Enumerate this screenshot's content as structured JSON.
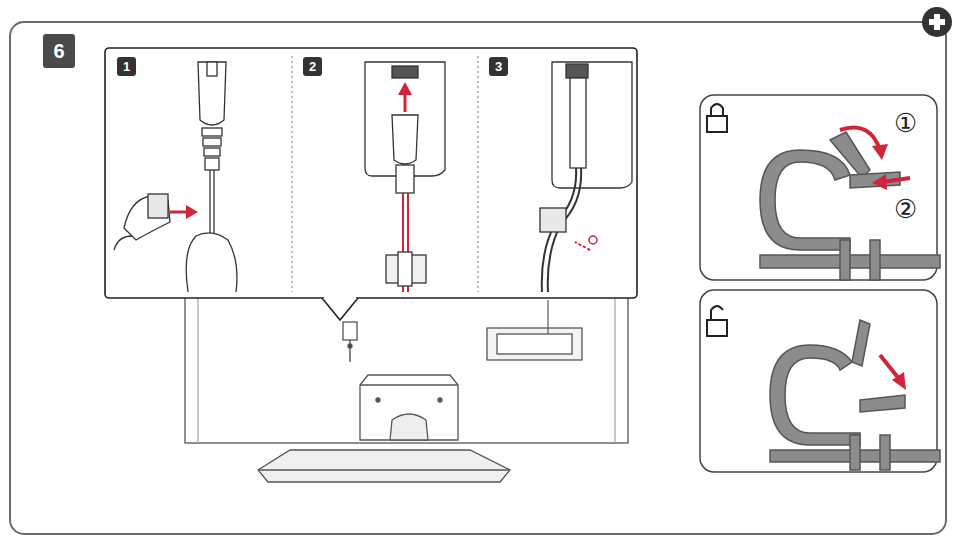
{
  "diagram": {
    "nodes": [
      {
        "text": [
          "6"
        ]
      },
      {
        "text": [
          "1"
        ]
      },
      {
        "text": [
          "2"
        ]
      },
      {
        "text": [
          "3"
        ]
      }
    ],
    "labels": [
      "①",
      "②"
    ]
  }
}
